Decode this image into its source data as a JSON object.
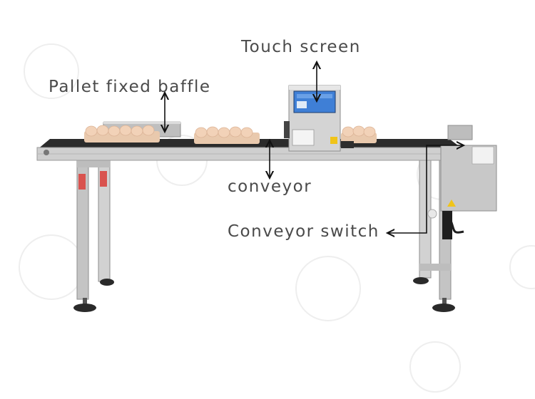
{
  "annotations": {
    "touch_screen": "Touch screen",
    "pallet_fixed_baffle": "Pallet fixed baffle",
    "conveyor": "conveyor",
    "conveyor_switch": "Conveyor switch"
  },
  "colors": {
    "label_text": "#4a4a4a",
    "belt": "#2b2b2b",
    "steel": "#c9c9c9",
    "steel_dark": "#8e8e8e",
    "egg": "#f2d2b8",
    "tray": "#e9c9ad",
    "screen": "#3f7fd6",
    "arrow": "#111111"
  }
}
